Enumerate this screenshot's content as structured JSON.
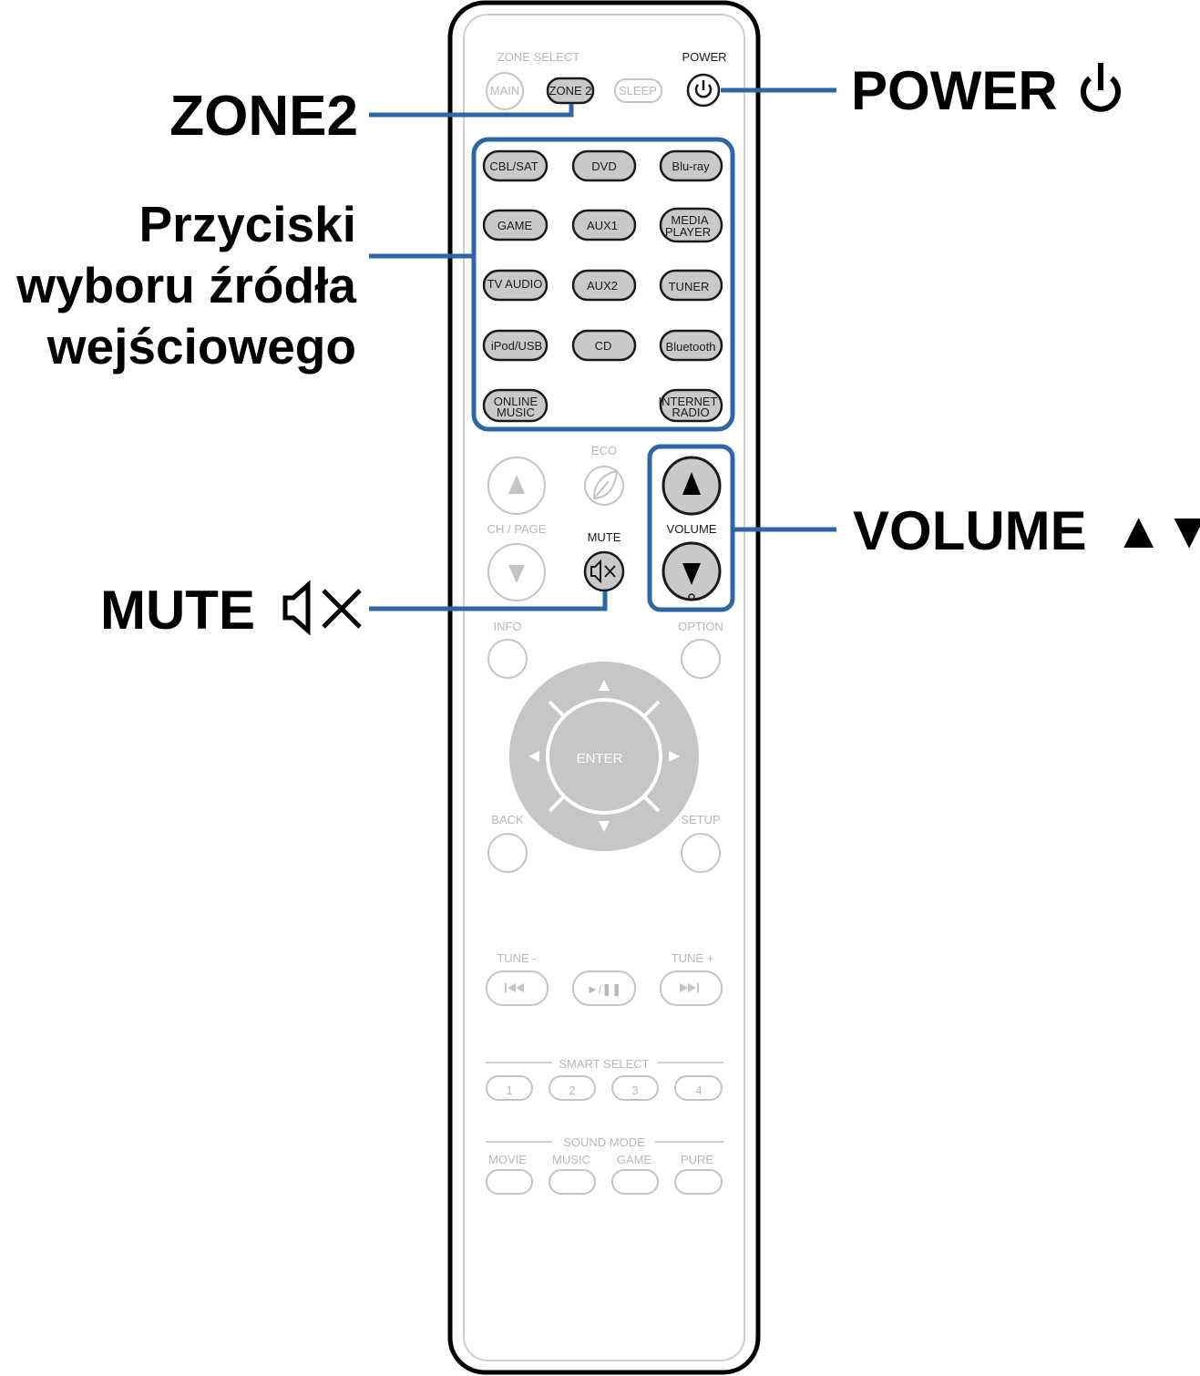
{
  "callouts": {
    "zone2": "ZONE2",
    "power": "POWER",
    "power_icon": "power-icon",
    "source_line1": "Przyciski",
    "source_line2": "wyboru źródła",
    "source_line3": "wejściowego",
    "volume": "VOLUME",
    "volume_arrows": "▲▼",
    "mute": "MUTE",
    "mute_icon": "speaker-mute-icon"
  },
  "remote": {
    "zone_select_label": "ZONE SELECT",
    "power_label": "POWER",
    "zone_buttons": {
      "main": "MAIN",
      "zone2": "ZONE 2",
      "sleep": "SLEEP"
    },
    "sources": {
      "cbl_sat": "CBL/SAT",
      "dvd": "DVD",
      "bluray": "Blu-ray",
      "game": "GAME",
      "aux1": "AUX1",
      "media_player_1": "MEDIA",
      "media_player_2": "PLAYER",
      "tv_audio": "TV AUDIO",
      "aux2": "AUX2",
      "tuner": "TUNER",
      "ipod_usb": "iPod/USB",
      "cd": "CD",
      "bluetooth": "Bluetooth",
      "online_music_1": "ONLINE",
      "online_music_2": "MUSIC",
      "internet_radio_1": "INTERNET",
      "internet_radio_2": "RADIO"
    },
    "eco_label": "ECO",
    "ch_page_label": "CH / PAGE",
    "mute_label": "MUTE",
    "volume_label": "VOLUME",
    "info_label": "INFO",
    "option_label": "OPTION",
    "enter_label": "ENTER",
    "back_label": "BACK",
    "setup_label": "SETUP",
    "tune_minus_label": "TUNE -",
    "tune_plus_label": "TUNE +",
    "play_pause_label": "►/❚❚",
    "smart_select_label": "SMART SELECT",
    "smart_select_buttons": [
      "1",
      "2",
      "3",
      "4"
    ],
    "sound_mode_label": "SOUND MODE",
    "sound_modes": {
      "movie": "MOVIE",
      "music": "MUSIC",
      "game": "GAME",
      "pure": "PURE"
    }
  }
}
